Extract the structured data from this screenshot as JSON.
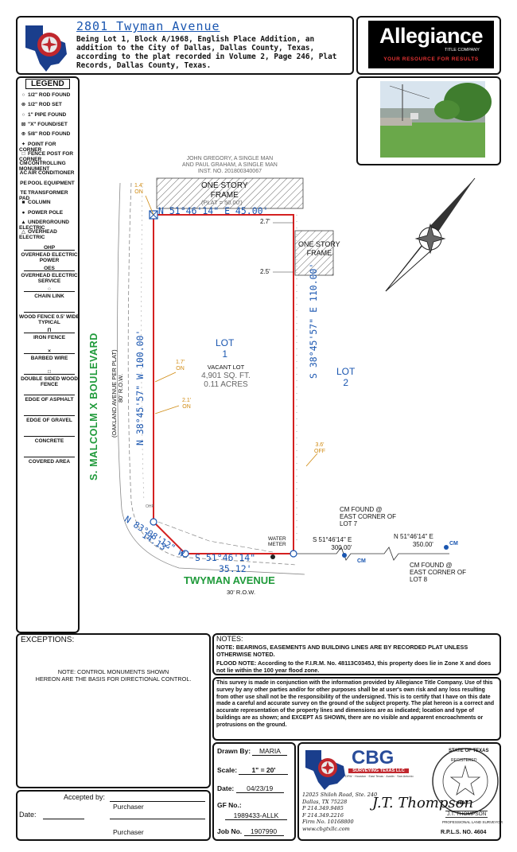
{
  "header": {
    "title": "2801 Twyman Avenue",
    "description": "Being Lot 1, Block A/1968, English Place Addition, an addition to the City of Dallas, Dallas County, Texas, according to the plat recorded in Volume 2, Page 246, Plat Records, Dallas County, Texas."
  },
  "title_company": {
    "name": "Allegiance",
    "sub": "TITLE COMPANY",
    "tagline": "YOUR RESOURCE FOR RESULTS"
  },
  "legend": {
    "title": "LEGEND",
    "items": [
      {
        "sym": "○",
        "label": "1/2\" ROD FOUND"
      },
      {
        "sym": "⊗",
        "label": "1/2\" ROD SET"
      },
      {
        "sym": "○",
        "label": "1\" PIPE FOUND"
      },
      {
        "sym": "⊠",
        "label": "\"X\" FOUND/SET"
      },
      {
        "sym": "⊕",
        "label": "5/8\" ROD FOUND"
      },
      {
        "sym": "✦",
        "label": "POINT FOR CORNER"
      },
      {
        "sym": "□",
        "label": "FENCE POST FOR CORNER"
      },
      {
        "sym": "CM",
        "label": "CONTROLLING MONUMENT"
      },
      {
        "sym": "AC",
        "label": "AIR CONDITIONER"
      },
      {
        "sym": "PE",
        "label": "POOL EQUIPMENT"
      },
      {
        "sym": "TE",
        "label": "TRANSFORMER PAD"
      },
      {
        "sym": "■",
        "label": "COLUMN"
      },
      {
        "sym": "●",
        "label": "POWER POLE"
      },
      {
        "sym": "▲",
        "label": "UNDERGROUND ELECTRIC"
      },
      {
        "sym": "△",
        "label": "OVERHEAD ELECTRIC"
      }
    ],
    "lines": [
      {
        "code": "OHP",
        "label": "OVERHEAD ELECTRIC POWER"
      },
      {
        "code": "OES",
        "label": "OVERHEAD ELECTRIC SERVICE"
      },
      {
        "code": "○",
        "label": "CHAIN LINK"
      },
      {
        "code": "",
        "label": "WOOD FENCE 0.5' WIDE TYPICAL"
      },
      {
        "code": "П",
        "label": "IRON FENCE"
      },
      {
        "code": "×",
        "label": "BARBED WIRE"
      },
      {
        "code": "□",
        "label": "DOUBLE SIDED WOOD FENCE"
      },
      {
        "code": "",
        "label": "EDGE OF ASPHALT"
      },
      {
        "code": "",
        "label": "EDGE OF GRAVEL"
      },
      {
        "code": "",
        "label": "CONCRETE"
      },
      {
        "code": "",
        "label": "COVERED AREA"
      }
    ]
  },
  "map": {
    "north_owner": [
      "JOHN GREGORY, A SINGLE MAN",
      "AND PAUL GRAHAM, A SINGLE MAN",
      "INST. NO. 201800340067"
    ],
    "north_building": [
      "ONE STORY",
      "FRAME"
    ],
    "plat": "(PLAT = 50.00')",
    "bearing_north": "N 51°46'14\" E   45.00'",
    "east_building": [
      "ONE STORY",
      "FRAME"
    ],
    "dist_27": "2.7'",
    "dist_25": "2.5'",
    "dist_14": [
      "1.4'",
      "ON"
    ],
    "dist_17": [
      "1.7'",
      "ON"
    ],
    "dist_21": [
      "2.1'",
      "ON"
    ],
    "dist_36": [
      "3.6'",
      "OFF"
    ],
    "lot_label": [
      "LOT",
      "1"
    ],
    "lot_area": [
      "VACANT LOT",
      "4,901 SQ. FT.",
      "0.11 ACRES"
    ],
    "lot2": [
      "LOT",
      "2"
    ],
    "bearing_east": "S 38°45'57\" E   110.00'",
    "bearing_west": "N 38°45'57\" W   100.00'",
    "bearing_south": "S 51°46'14\"",
    "south_dist": "35.12'",
    "corner_bearing": "N 83°08'12\" W",
    "corner_dist": "14.13'",
    "street_west": "S. MALCOLM X BOULEVARD",
    "street_west_note": "(OAKLAND AVENUE PER PLAT)",
    "street_west_row": "80' R.O.W.",
    "street_south": "TWYMAN AVENUE",
    "street_south_row": "30' R.O.W.",
    "water_meter": [
      "WATER",
      "METER"
    ],
    "cm_found_7": [
      "CM FOUND @",
      "EAST CORNER OF",
      "LOT 7"
    ],
    "cm_found_8": [
      "CM FOUND @",
      "EAST CORNER OF",
      "LOT 8"
    ],
    "tie1": [
      "S 51°46'14\"  E",
      "300.00'"
    ],
    "tie2": [
      "N 51°46'14\"  E",
      "350.00'"
    ],
    "cm": "CM",
    "ohp": "OHP"
  },
  "exceptions": {
    "title": "EXCEPTIONS:",
    "note": [
      "NOTE: CONTROL MONUMENTS SHOWN",
      "HEREON ARE THE BASIS FOR DIRECTIONAL CONTROL."
    ]
  },
  "notes": {
    "title": "NOTES:",
    "line1": "NOTE: BEARINGS, EASEMENTS AND BUILDING LINES ARE BY RECORDED PLAT UNLESS OTHERWISE NOTED.",
    "line2": "FLOOD NOTE: According to the F.I.R.M. No. 48113C0345J, this property does lie in Zone X and does not lie within the 100 year flood zone."
  },
  "certification": "This survey is made in conjunction with the information provided by Allegiance Title Company. Use of this survey by any other parties and/or for other purposes shall be at user's own risk and any loss resulting from other use shall not be the responsibility of the undersigned. This is to certify that I have on this date made a careful and accurate survey on the ground of the subject property. The plat hereon is a correct and accurate representation of the property lines and dimensions are as indicated; location and type of buildings are as shown; and EXCEPT AS SHOWN, there are no visible and apparent encroachments or protrusions on the ground.",
  "job": {
    "drawn_label": "Drawn By:",
    "drawn": "MARIA",
    "scale_label": "Scale:",
    "scale": "1\" = 20'",
    "date_label": "Date:",
    "date": "04/23/19",
    "gf_label": "GF No.:",
    "gf": "1989433-ALLK",
    "job_label": "Job No.",
    "job_no": "1907990"
  },
  "surveyor": {
    "firm": "CBG",
    "firm_sub": "SURVEYING TEXAS LLC",
    "firm_tag": "DFW · Houston · East Texas · Austin · San Antonio",
    "address": [
      "12025 Shiloh Road, Ste. 240",
      "Dallas, TX 75228",
      "P 214.349.9485",
      "F 214.349.2216",
      "Firm No. 10168800",
      "www.cbgtxllc.com"
    ],
    "seal_name": "J.T. THOMPSON",
    "seal_no": "4604",
    "seal_top": "STATE OF TEXAS",
    "seal_reg": "REGISTERED",
    "seal_bottom": "PROFESSIONAL LAND SURVEYOR",
    "signature": "J.T. Thompson",
    "rpls": "R.P.L.S. NO. 4604"
  },
  "acceptance": {
    "accepted_label": "Accepted by:",
    "purchaser1": "Purchaser",
    "date_label": "Date:",
    "purchaser2": "Purchaser"
  },
  "colors": {
    "boundary": "#d42020",
    "green": "#1f9a3a",
    "blue": "#1a56b0",
    "orange": "#d08a10"
  }
}
